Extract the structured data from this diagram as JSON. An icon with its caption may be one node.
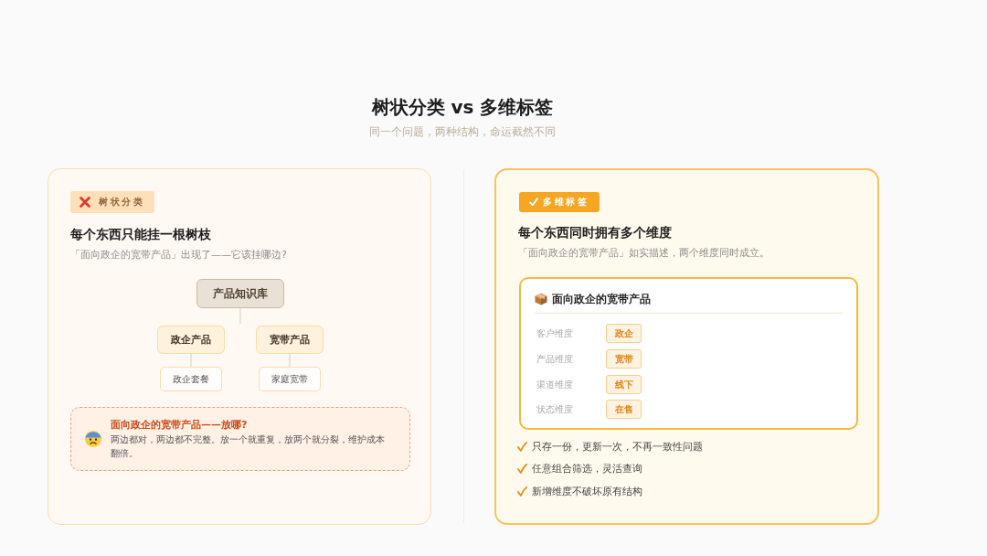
{
  "diagram": {
    "title": "树状分类 vs 多维标签",
    "nodes": [
      {
        "text": [
          "每个东西只能挂一根树枝",
          "「面向政企的宽带产品」出现了——它该挂哪边?"
        ]
      },
      {
        "text": [
          "树状分类"
        ],
        "in": 0
      },
      {
        "text": [
          "产品知识库"
        ],
        "in": 0
      },
      {
        "text": [
          "政企产品"
        ],
        "in": 0
      },
      {
        "text": [
          "宽带产品"
        ],
        "in": 0
      },
      {
        "text": [
          "政企套餐"
        ],
        "in": 0
      },
      {
        "text": [
          "家庭宽带"
        ],
        "in": 0
      },
      {
        "text": [
          "面向政企的宽带产品——放哪?",
          "两边都对，两边都不完整。放一个就重复，放两个就分裂，维护成本翻倍。"
        ],
        "in": 0
      },
      {
        "text": [
          "每个东西同时拥有多个维度",
          "「面向政企的宽带产品」如实描述，两个维度同时成立。"
        ]
      },
      {
        "text": [
          "多维标签"
        ],
        "in": 8
      },
      {
        "text": [
          "面向政企的宽带产品"
        ],
        "in": 8
      },
      {
        "text": [
          "政企"
        ],
        "in": 10,
        "beside": [
          "客户维度"
        ]
      },
      {
        "text": [
          "宽带"
        ],
        "in": 10,
        "beside": [
          "产品维度"
        ]
      },
      {
        "text": [
          "线下"
        ],
        "in": 10,
        "beside": [
          "渠道维度"
        ]
      },
      {
        "text": [
          "在售"
        ],
        "in": 10,
        "beside": [
          "状态维度"
        ]
      }
    ],
    "edges": [
      {
        "from": 2,
        "to": null,
        "arrow": "none"
      },
      {
        "from": 3,
        "to": 5,
        "arrow": "none"
      },
      {
        "from": 4,
        "to": 6,
        "arrow": "none"
      }
    ],
    "labels": [
      "同一个问题，两种结构，命运截然不同",
      "只存一份，更新一次，不再一致性问题",
      "任意组合筛选，灵活查询",
      "新增维度不破坏原有结构"
    ]
  }
}
